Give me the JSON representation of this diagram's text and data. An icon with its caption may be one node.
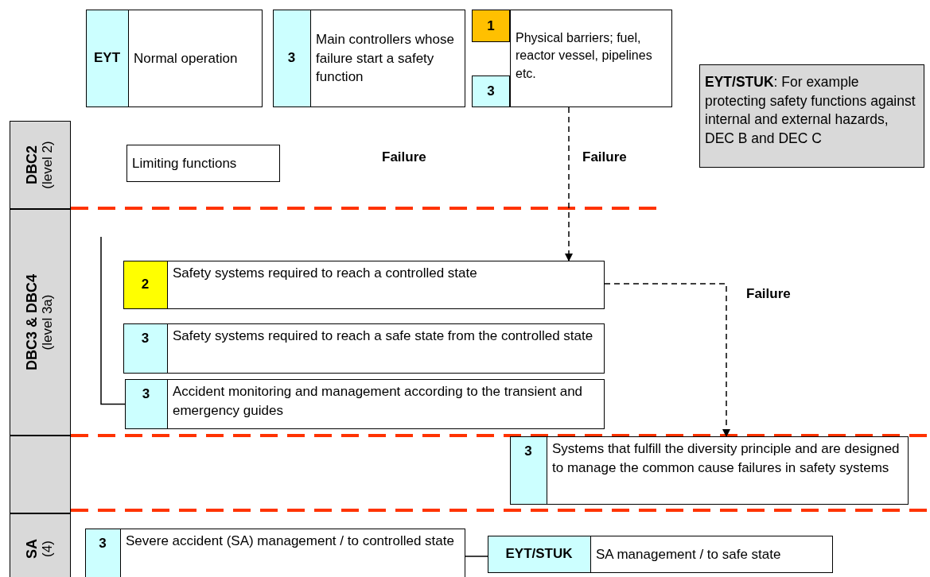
{
  "diagram": {
    "nodes": [
      {
        "text": [
          "EYT",
          "Normal operation"
        ]
      },
      {
        "text": [
          "3",
          "Main controllers whose failure start a safety function"
        ]
      },
      {
        "text": [
          "1",
          "3",
          "Physical barriers; fuel, reactor vessel, pipelines etc."
        ]
      },
      {
        "text": [
          "DBC2",
          "(level 2)"
        ]
      },
      {
        "text": [
          "Limiting functions"
        ]
      },
      {
        "text": [
          "**EYT/STUK**: For example protecting safety functions against internal and external hazards, DEC B and DEC C"
        ]
      },
      {
        "text": [
          "DBC3 & DBC4",
          "(level 3a)"
        ]
      },
      {
        "text": [
          "2",
          "Safety systems required to reach a controlled state"
        ]
      },
      {
        "text": [
          "3",
          "Safety systems required to reach a safe state from the controlled state"
        ]
      },
      {
        "text": [
          "3",
          "Accident monitoring and management according to the transient and emergency guides"
        ]
      },
      {
        "text": [],
        "shape": "box"
      },
      {
        "text": [
          "3",
          "Systems that fulfill the diversity principle and are designed to manage the common cause failures in safety systems"
        ]
      },
      {
        "text": [
          "SA",
          "(4)"
        ]
      },
      {
        "text": [
          "3",
          "Severe accident (SA) management / to controlled state"
        ]
      },
      {
        "text": [
          "EYT/STUK",
          "SA management / to safe state"
        ]
      }
    ],
    "edges": [
      {
        "from": 2,
        "to": 7,
        "arrow": "to",
        "style": "dashed",
        "label": "Failure"
      },
      {
        "from": 7,
        "to": 11,
        "arrow": "to",
        "style": "dashed",
        "label": "Failure"
      },
      {
        "from": null,
        "to": 9,
        "arrow": "none"
      },
      {
        "from": 13,
        "to": 14,
        "arrow": "none"
      }
    ],
    "labels": [
      "Failure"
    ]
  }
}
